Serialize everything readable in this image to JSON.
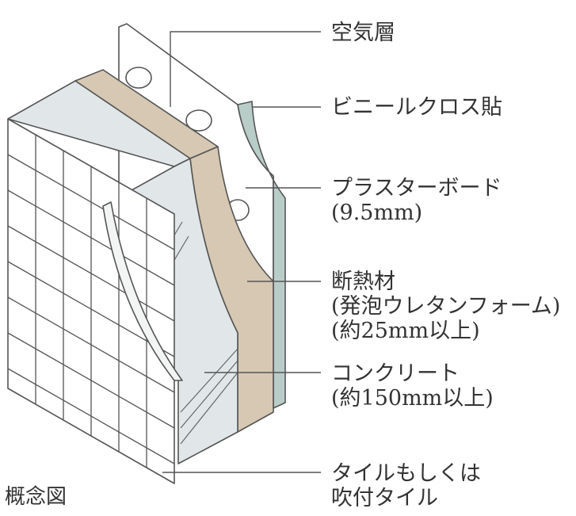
{
  "caption": "概念図",
  "labels": {
    "air_layer": "空気層",
    "vinyl_cloth": "ビニールクロス貼",
    "plaster_board": "プラスターボード",
    "plaster_board_spec": "(9.5mm)",
    "insulation": "断熱材",
    "insulation_spec1": "(発泡ウレタンフォーム)",
    "insulation_spec2": "(約25mm以上)",
    "concrete": "コンクリート",
    "concrete_spec": "(約150mm以上)",
    "tile": "タイルもしくは",
    "tile2": "吹付タイル"
  },
  "colors": {
    "tile_face": "#ffffff",
    "tile_top": "#dfe4e4",
    "concrete": "#e1e7e8",
    "insulation": "#d6c8b2",
    "plaster_board": "#ffffff",
    "vinyl": "#b9cdc8",
    "line": "#555555"
  }
}
